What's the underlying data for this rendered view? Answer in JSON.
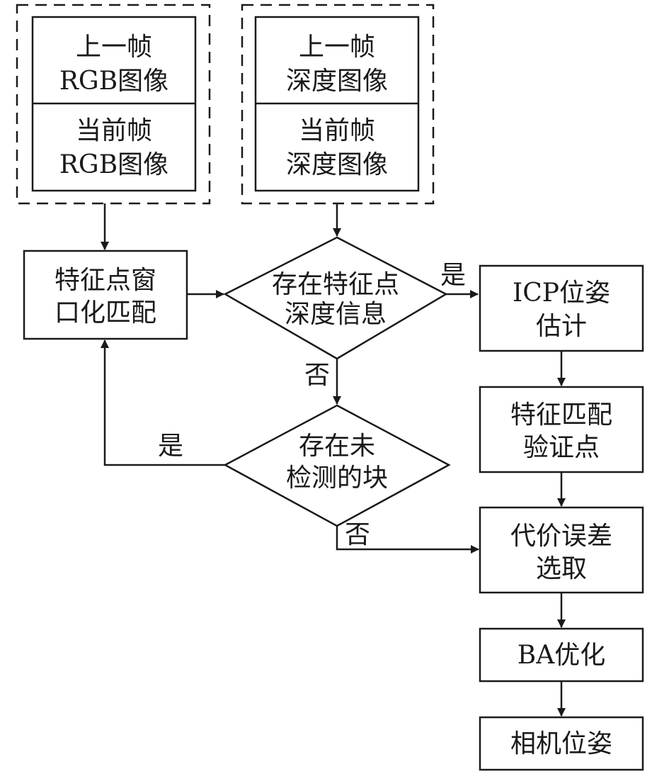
{
  "groups": {
    "rgb": {
      "prev": [
        "上一帧",
        "RGB图像"
      ],
      "curr": [
        "当前帧",
        "RGB图像"
      ]
    },
    "depth": {
      "prev": [
        "上一帧",
        "深度图像"
      ],
      "curr": [
        "当前帧",
        "深度图像"
      ]
    }
  },
  "nodes": {
    "window_match": [
      "特征点窗",
      "口化匹配"
    ],
    "has_depth": [
      "存在特征点",
      "深度信息"
    ],
    "undetected_block": [
      "存在未",
      "检测的块"
    ],
    "icp": [
      "ICP位姿",
      "估计"
    ],
    "verify": [
      "特征匹配",
      "验证点"
    ],
    "cost": [
      "代价误差",
      "选取"
    ],
    "ba": [
      "BA优化"
    ],
    "pose": [
      "相机位姿"
    ]
  },
  "edge_labels": {
    "has_depth_yes": "是",
    "has_depth_no": "否",
    "undetected_yes": "是",
    "undetected_no": "否"
  }
}
